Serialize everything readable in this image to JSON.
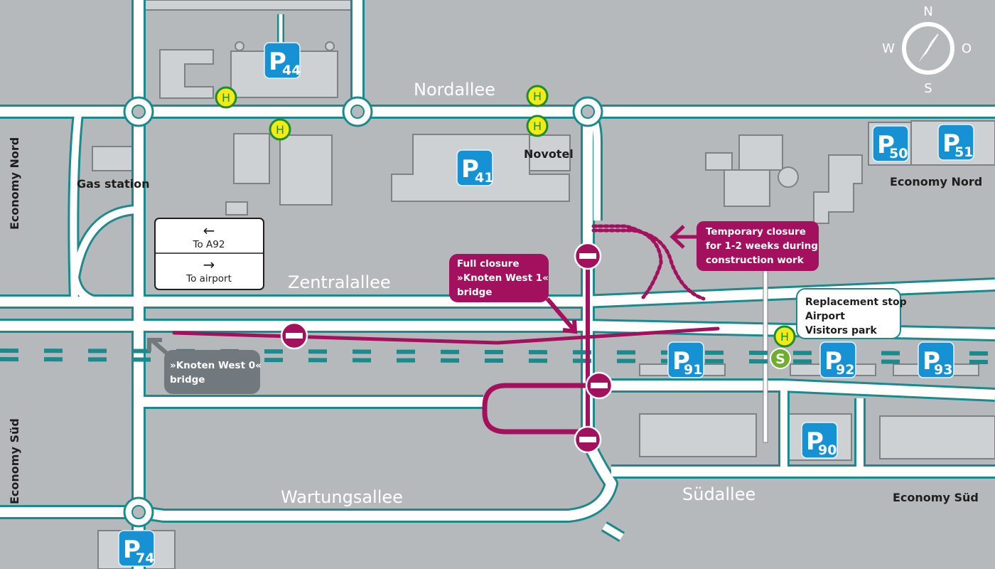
{
  "map": {
    "colors": {
      "background": "#b6b9bb",
      "road": "#ffffff",
      "road_edge": "#1a8a8c",
      "building": "#ced1d3",
      "closure": "#a2105e",
      "parking": "#1591d4",
      "bus_stop_fill": "#f2eb16",
      "bus_stop_ring": "#1e8d2a",
      "sbahn": "#6fae2e",
      "grey_callout": "#72797e"
    },
    "compass": {
      "north": "N",
      "east": "O",
      "south": "S",
      "west": "W"
    },
    "streets": {
      "nordallee": "Nordallee",
      "zentralallee": "Zentralallee",
      "wartungsallee": "Wartungsallee",
      "suedallee": "Südallee"
    },
    "places": {
      "economy_nord_left": "Economy Nord",
      "economy_nord_right": "Economy Nord",
      "economy_sued_left": "Economy Süd",
      "economy_sued_right": "Economy Süd",
      "gas_station": "Gas station",
      "novotel": "Novotel"
    },
    "direction_sign": {
      "top_arrow": "←",
      "top_label": "To A92",
      "bottom_arrow": "→",
      "bottom_label": "To airport"
    },
    "callouts": {
      "full_closure": [
        "Full closure",
        "»Knoten West 1«",
        "bridge"
      ],
      "temporary_closure": [
        "Temporary closure",
        "for 1-2 weeks during",
        "construction work"
      ],
      "knoten_west_0": [
        "»Knoten West 0«",
        "bridge"
      ],
      "replacement_stop": [
        "Replacement stop",
        "Airport",
        "Visitors park"
      ]
    },
    "parking": [
      {
        "letter": "P",
        "number": "44"
      },
      {
        "letter": "P",
        "number": "41"
      },
      {
        "letter": "P",
        "number": "50"
      },
      {
        "letter": "P",
        "number": "51"
      },
      {
        "letter": "P",
        "number": "91"
      },
      {
        "letter": "P",
        "number": "92"
      },
      {
        "letter": "P",
        "number": "93"
      },
      {
        "letter": "P",
        "number": "90"
      },
      {
        "letter": "P",
        "number": "74"
      }
    ],
    "bus_stop_label": "H",
    "sbahn_label": "S"
  }
}
